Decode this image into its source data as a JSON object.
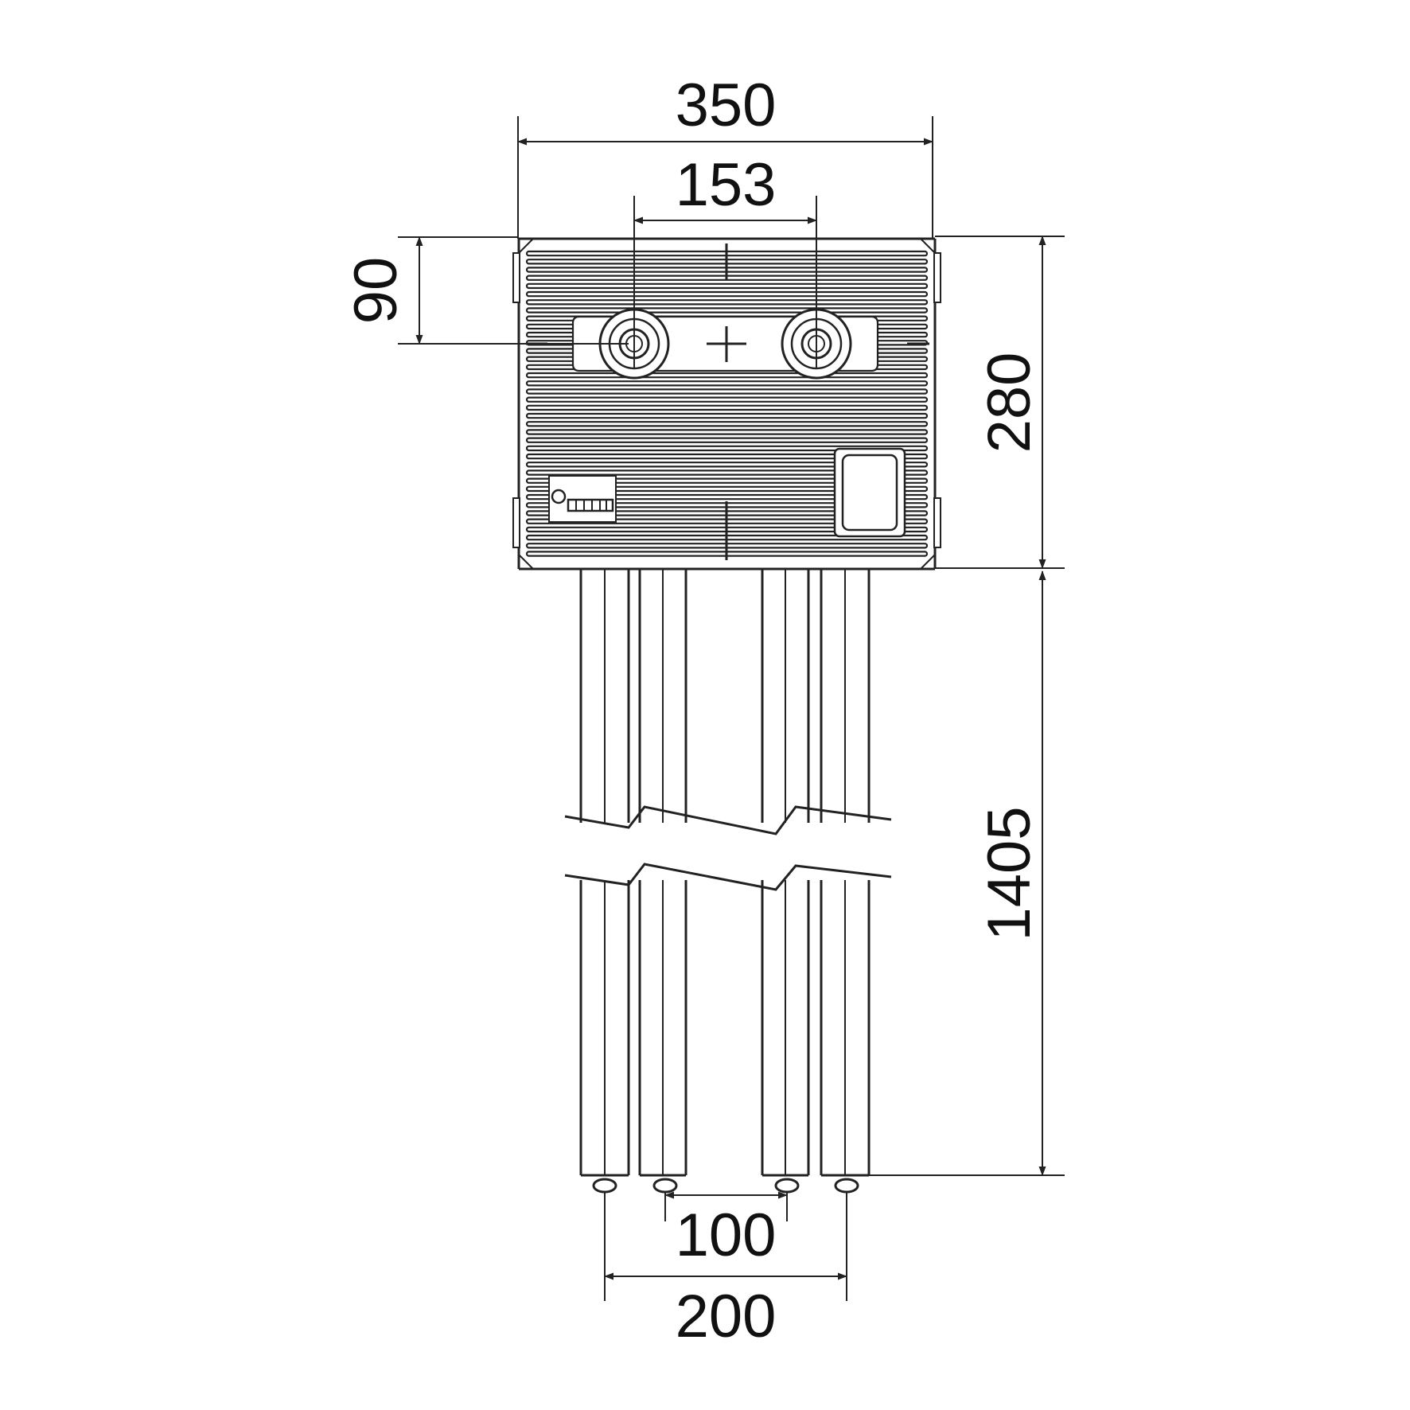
{
  "dimensions": {
    "overall_width": "350",
    "inlet_spacing": "153",
    "inlet_height": "90",
    "box_height": "280",
    "pipe_length": "1405",
    "pipe_spacing_inner": "100",
    "pipe_spacing_outer": "200"
  },
  "icons": {
    "brand_logo": "brand-logo-icon",
    "mounting_cross": "crosshair-icon"
  },
  "colors": {
    "line": "#222222",
    "background": "#ffffff"
  }
}
